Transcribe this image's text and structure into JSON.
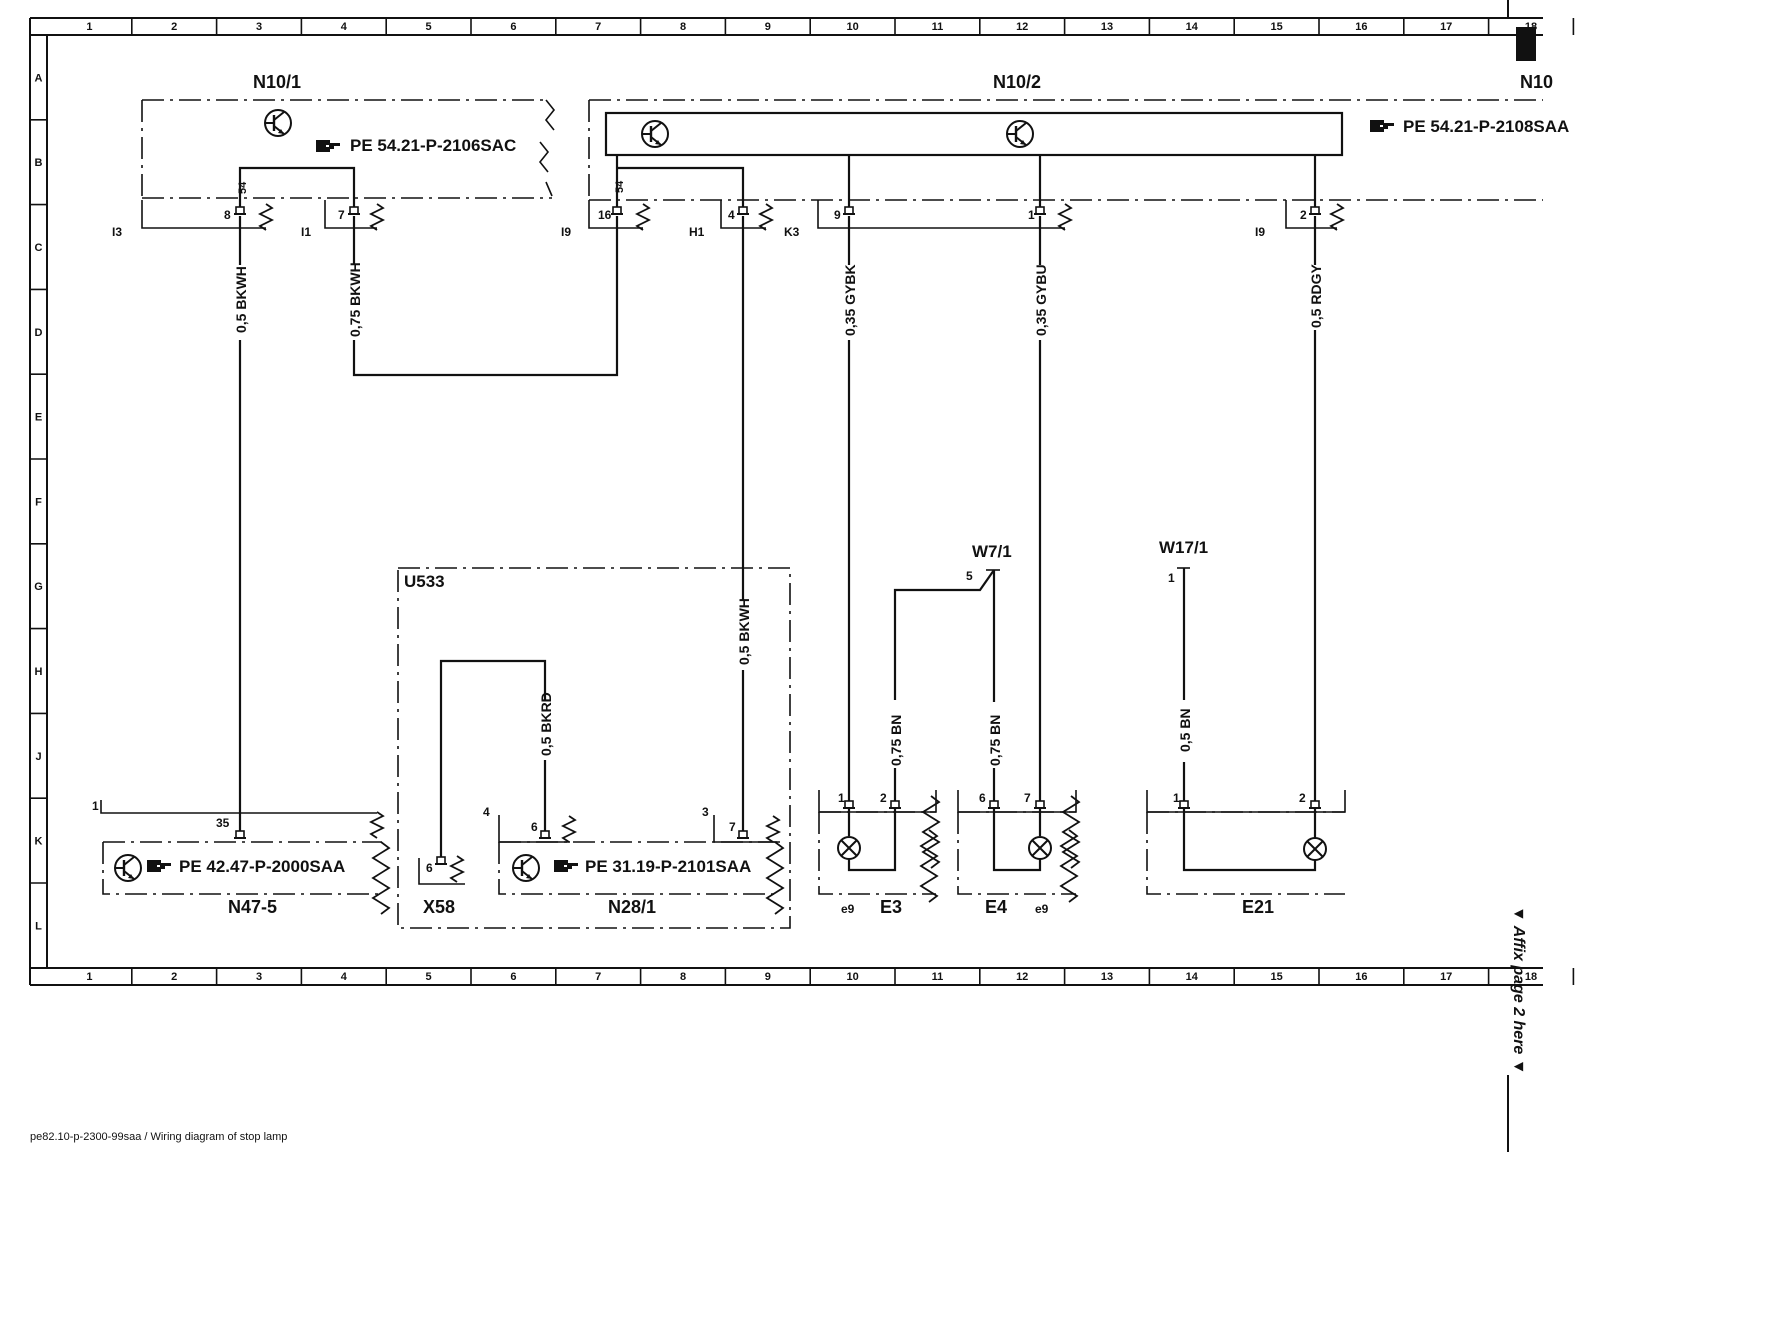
{
  "grid": {
    "columns": [
      "1",
      "2",
      "3",
      "4",
      "5",
      "6",
      "7",
      "8",
      "9",
      "10",
      "11",
      "12",
      "13",
      "14",
      "15",
      "16",
      "17",
      "18"
    ],
    "rows": [
      "A",
      "B",
      "C",
      "D",
      "E",
      "F",
      "G",
      "H",
      "J",
      "K",
      "L"
    ]
  },
  "components": {
    "n10_1": {
      "id": "N10/1",
      "ref": "PE 54.21-P-2106SAC"
    },
    "n10_2": {
      "id": "N10/2",
      "ref": "PE 54.21-P-2108SAA"
    },
    "n10_cut": {
      "id": "N10"
    },
    "u533": {
      "id": "U533"
    },
    "n47": {
      "id": "N47-5",
      "ref": "PE 42.47-P-2000SAA"
    },
    "x58": {
      "id": "X58"
    },
    "n28": {
      "id": "N28/1",
      "ref": "PE 31.19-P-2101SAA"
    },
    "w7": {
      "id": "W7/1"
    },
    "w17": {
      "id": "W17/1"
    },
    "e3": {
      "id": "E3",
      "sub": "e9"
    },
    "e4": {
      "id": "E4",
      "sub": "e9"
    },
    "e21": {
      "id": "E21"
    }
  },
  "connectors": {
    "i3": "I3",
    "i1": "I1",
    "i9a": "I9",
    "h1": "H1",
    "k3": "K3",
    "i9b": "I9"
  },
  "pins": {
    "p8": "8",
    "p7": "7",
    "p54a": "54",
    "p16": "16",
    "p4": "4",
    "p54b": "54",
    "p9": "9",
    "p1": "1",
    "p2": "2",
    "n47_1": "1",
    "n47_35": "35",
    "x58_6": "6",
    "n28_4": "4",
    "n28_6": "6",
    "n28_3": "3",
    "n28_7": "7",
    "w7_5": "5",
    "w17_1": "1",
    "e3_1": "1",
    "e3_2": "2",
    "e4_6": "6",
    "e4_7": "7",
    "e21_1": "1",
    "e21_2": "2"
  },
  "wires": {
    "w1": "0,5 BKWH",
    "w2": "0,75 BKWH",
    "w3": "0,35 GYBK",
    "w4": "0,35 GYBU",
    "w5": "0,5 RDGY",
    "w6": "0,5 BKWH",
    "w7": "0,5 BKRD",
    "w8": "0,75 BN",
    "w9": "0,75 BN",
    "w10": "0,5 BN"
  },
  "footer": "pe82.10-p-2300-99saa / Wiring diagram of stop lamp",
  "affix_note": "▼ Affix page 2 here ▼",
  "icons": [
    "transistor-icon",
    "reference-hand-icon",
    "lamp-icon",
    "resistor-icon"
  ]
}
